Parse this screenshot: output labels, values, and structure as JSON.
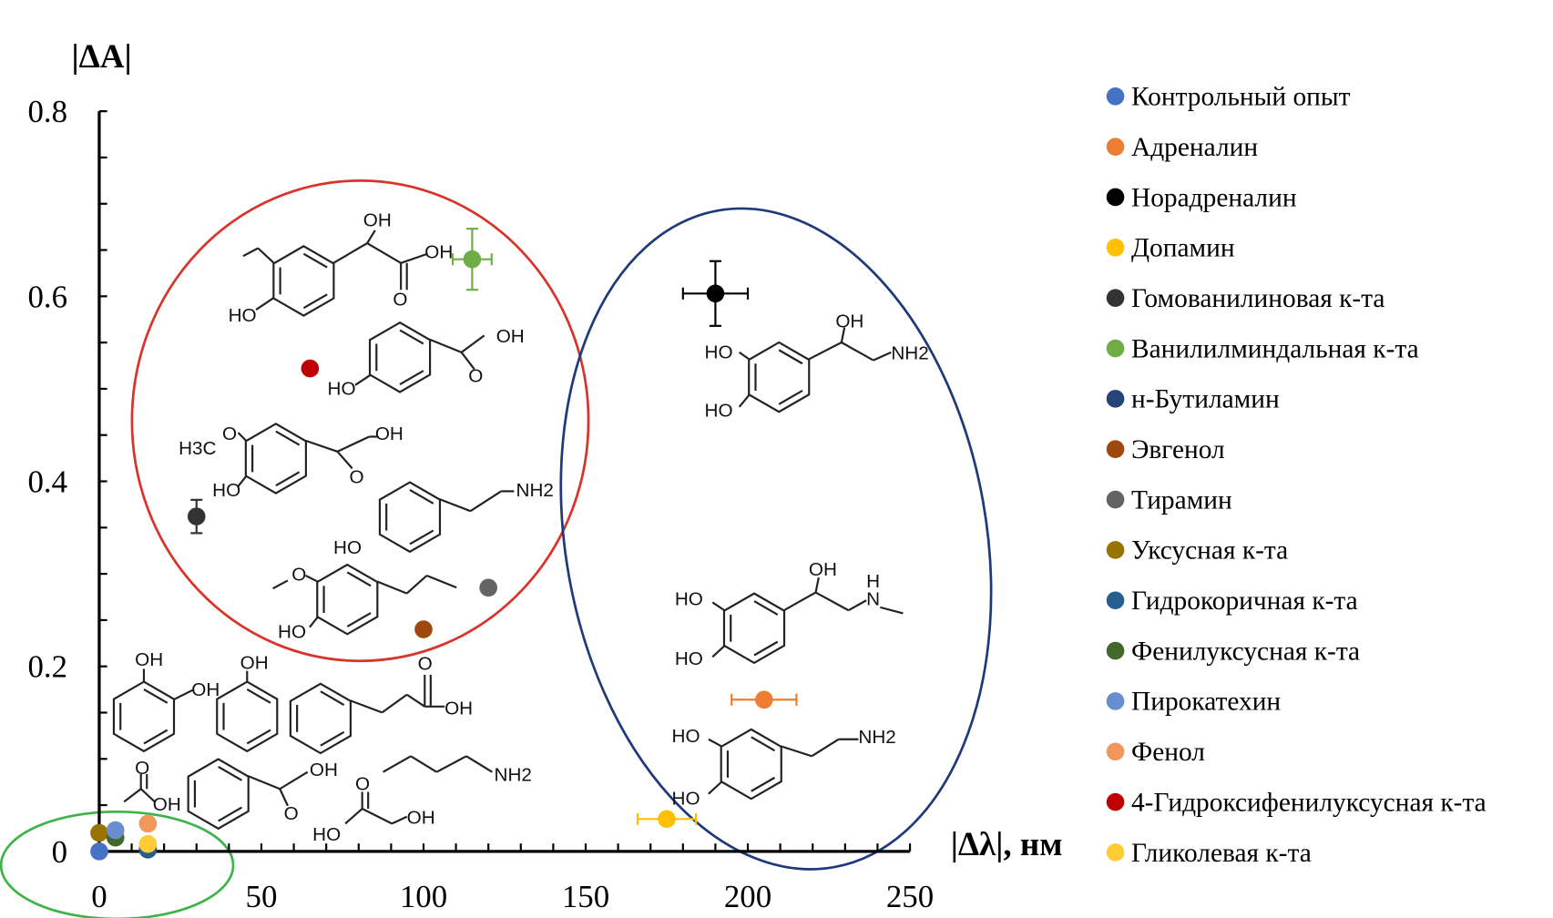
{
  "chart_data": {
    "type": "scatter",
    "title": "",
    "xlabel": "|Δλ|, нм",
    "ylabel": "|ΔA|",
    "xlim": [
      0,
      250
    ],
    "ylim": [
      0,
      0.8
    ],
    "xticks": [
      "0",
      "50",
      "100",
      "150",
      "200",
      "250"
    ],
    "yticks": [
      "0",
      "0.2",
      "0.4",
      "0.6",
      "0.8"
    ],
    "grid": false,
    "legend_position": "right",
    "series": [
      {
        "name": "Контрольный опыт",
        "color": "#4472C4",
        "x": 0,
        "y": 0
      },
      {
        "name": "Адреналин",
        "color": "#ED7D31",
        "x": 205,
        "y": 0.164,
        "xerr": 10
      },
      {
        "name": "Норадреналин",
        "color": "#000000",
        "x": 190,
        "y": 0.603,
        "xerr": 10,
        "yerr": 0.035
      },
      {
        "name": "Допамин",
        "color": "#FFC000",
        "x": 175,
        "y": 0.035,
        "xerr": 9
      },
      {
        "name": "Гомованилиновая к-та",
        "color": "#333333",
        "x": 30,
        "y": 0.362,
        "yerr": 0.018
      },
      {
        "name": "Ванилилминдальная  к-та",
        "color": "#70AD47",
        "x": 115,
        "y": 0.64,
        "xerr": 6,
        "yerr": 0.033
      },
      {
        "name": "н-Бутиламин",
        "color": "#264478",
        "x": 15,
        "y": 0.002
      },
      {
        "name": "Эвгенол",
        "color": "#9E480E",
        "x": 100,
        "y": 0.24
      },
      {
        "name": "Тирамин",
        "color": "#636363",
        "x": 120,
        "y": 0.285
      },
      {
        "name": "Уксусная к-та",
        "color": "#997300",
        "x": 0,
        "y": 0.02
      },
      {
        "name": "Гидрокоричная к-та",
        "color": "#255E91",
        "x": 15,
        "y": 0.003
      },
      {
        "name": "Фенилуксусная  к-та",
        "color": "#43682B",
        "x": 5,
        "y": 0.015
      },
      {
        "name": "Пирокатехин",
        "color": "#698ED0",
        "x": 5,
        "y": 0.023
      },
      {
        "name": "Фенол",
        "color": "#F1975A",
        "x": 15,
        "y": 0.03
      },
      {
        "name": "4-Гидроксифенилуксусная  к-та",
        "color": "#C00000",
        "x": 65,
        "y": 0.522
      },
      {
        "name": "Гликолевая к-та",
        "color": "#FFCD33",
        "x": 15,
        "y": 0.008
      }
    ],
    "groups": [
      {
        "color": "#D9342B"
      },
      {
        "color": "#1F3A7A"
      },
      {
        "color": "#3DB34A"
      }
    ]
  },
  "structures": [
    {
      "labels": [
        "OH",
        "OH",
        "O",
        "HO"
      ]
    },
    {
      "labels": [
        "OH",
        "O",
        "HO"
      ]
    },
    {
      "labels": [
        "H3C",
        "O",
        "OH",
        "O",
        "HO"
      ]
    },
    {
      "labels": [
        "NH2",
        "HO"
      ]
    },
    {
      "labels": [
        "O",
        "HO"
      ]
    },
    {
      "labels": [
        "OH",
        "NH2",
        "HO",
        "HO"
      ]
    },
    {
      "labels": [
        "OH",
        "H",
        "N",
        "HO",
        "HO"
      ]
    },
    {
      "labels": [
        "NH2",
        "HO",
        "HO"
      ]
    },
    {
      "labels": [
        "OH",
        "OH"
      ]
    },
    {
      "labels": [
        "OH"
      ]
    },
    {
      "labels": [
        "O",
        "OH"
      ]
    },
    {
      "labels": [
        "O",
        "OH"
      ]
    },
    {
      "labels": [
        "OH",
        "O"
      ]
    },
    {
      "labels": [
        "O",
        "HO",
        "OH"
      ]
    },
    {
      "labels": [
        "NH2"
      ]
    }
  ]
}
